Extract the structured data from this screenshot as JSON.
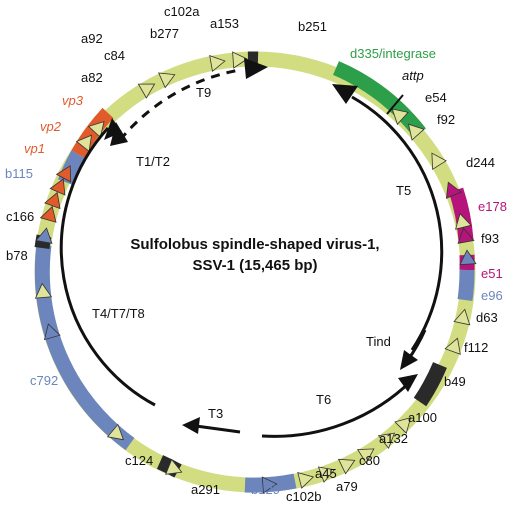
{
  "title_line1": "Sulfolobus spindle-shaped virus-1,",
  "title_line2": "SSV-1 (15,465 bp)",
  "colors": {
    "ring": "#d2dc80",
    "ring_dark": "#2a2a2a",
    "arrow_fill": "#dfe49a",
    "integrase": "#2d9e4a",
    "structural": "#e15a2c",
    "blue": "#6c86bd",
    "magenta": "#b5157b",
    "transcript": "#111111"
  },
  "genes": [
    {
      "name": "b251",
      "color": "#111111"
    },
    {
      "name": "d335/integrase",
      "color": "#2d9e4a"
    },
    {
      "name": "attp",
      "color": "#111111",
      "italic": true
    },
    {
      "name": "e54",
      "color": "#111111"
    },
    {
      "name": "f92",
      "color": "#111111"
    },
    {
      "name": "d244",
      "color": "#111111"
    },
    {
      "name": "e178",
      "color": "#b5157b"
    },
    {
      "name": "f93",
      "color": "#111111"
    },
    {
      "name": "e51",
      "color": "#b5157b"
    },
    {
      "name": "e96",
      "color": "#6c86bd"
    },
    {
      "name": "d63",
      "color": "#111111"
    },
    {
      "name": "f112",
      "color": "#111111"
    },
    {
      "name": "b49",
      "color": "#111111"
    },
    {
      "name": "a100",
      "color": "#111111"
    },
    {
      "name": "a132",
      "color": "#111111"
    },
    {
      "name": "c80",
      "color": "#111111"
    },
    {
      "name": "a79",
      "color": "#111111"
    },
    {
      "name": "a45",
      "color": "#111111"
    },
    {
      "name": "c102b",
      "color": "#111111"
    },
    {
      "name": "b129",
      "color": "#6c86bd"
    },
    {
      "name": "a291",
      "color": "#111111"
    },
    {
      "name": "c124",
      "color": "#111111"
    },
    {
      "name": "c792",
      "color": "#6c86bd"
    },
    {
      "name": "b78",
      "color": "#111111"
    },
    {
      "name": "c166",
      "color": "#111111"
    },
    {
      "name": "b115",
      "color": "#6c86bd"
    },
    {
      "name": "vp1",
      "color": "#e15a2c",
      "italic": true
    },
    {
      "name": "vp2",
      "color": "#e15a2c",
      "italic": true
    },
    {
      "name": "vp3",
      "color": "#e15a2c",
      "italic": true
    },
    {
      "name": "a82",
      "color": "#111111"
    },
    {
      "name": "c84",
      "color": "#111111"
    },
    {
      "name": "a92",
      "color": "#111111"
    },
    {
      "name": "b277",
      "color": "#111111"
    },
    {
      "name": "c102a",
      "color": "#111111"
    },
    {
      "name": "a153",
      "color": "#111111"
    }
  ],
  "transcripts": [
    "T5",
    "T6",
    "T3",
    "T4/T7/T8",
    "T1/T2",
    "T9",
    "Tind"
  ]
}
